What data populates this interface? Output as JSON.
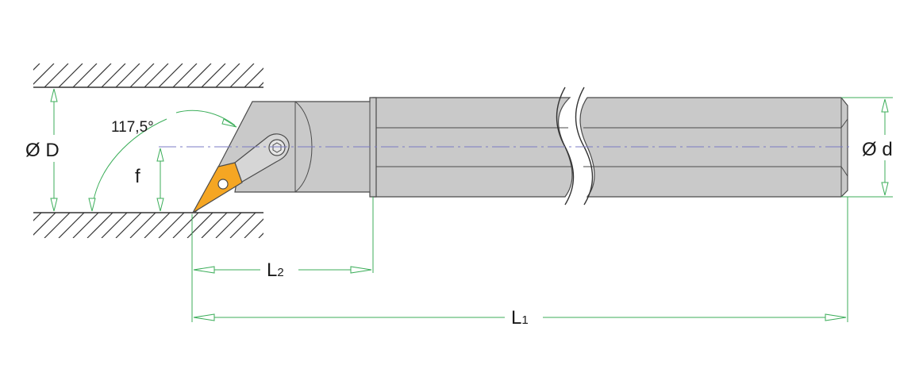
{
  "labels": {
    "bore_diameter": "Ø D",
    "shank_diameter": "Ø d",
    "angle": "117,5°",
    "offset": "f",
    "length_head_main": "L",
    "length_head_sub": "2",
    "length_total_main": "L",
    "length_total_sub": "1"
  },
  "colors": {
    "tool_body": "#c9c9c9",
    "insert": "#f5a623",
    "dimension_lines": "#3cae5a",
    "centerline": "#7b7bc4",
    "outline": "#4a4a4a"
  }
}
